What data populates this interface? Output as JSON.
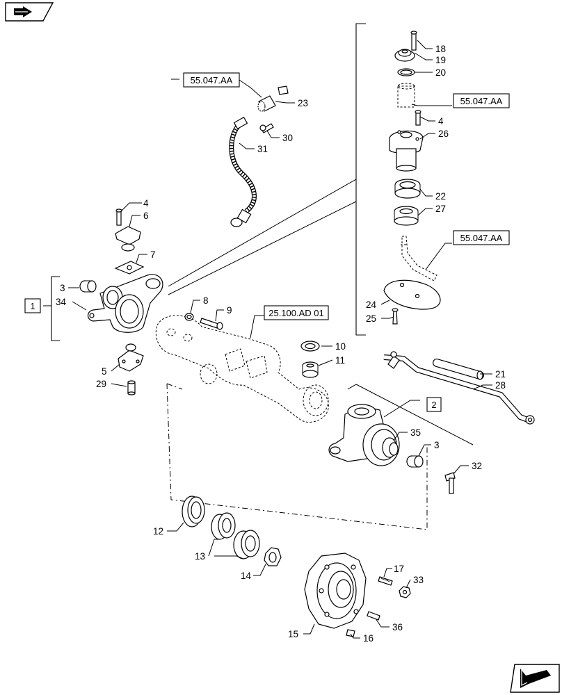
{
  "diagram": {
    "references": {
      "r1": "55.047.AA",
      "r2": "55.047.AA",
      "r3": "55.047.AA",
      "r4": "25.100.AD 01"
    },
    "groups": {
      "g1": "1",
      "g2": "2"
    },
    "callouts": {
      "c1": "18",
      "c2": "19",
      "c3": "20",
      "c4": "4",
      "c5": "26",
      "c6": "22",
      "c7": "27",
      "c8": "24",
      "c9": "25",
      "c10": "23",
      "c11": "30",
      "c12": "31",
      "c13": "4",
      "c14": "6",
      "c15": "7",
      "c16": "3",
      "c17": "34",
      "c18": "8",
      "c19": "9",
      "c20": "10",
      "c21": "11",
      "c22": "5",
      "c23": "29",
      "c24": "21",
      "c25": "28",
      "c26": "35",
      "c27": "3",
      "c28": "32",
      "c29": "12",
      "c30": "13",
      "c31": "14",
      "c32": "17",
      "c33": "33",
      "c34": "36",
      "c35": "15",
      "c36": "16"
    },
    "icons": {
      "top_left": "book-link-icon",
      "bottom_right": "next-page-arrow-icon"
    }
  }
}
